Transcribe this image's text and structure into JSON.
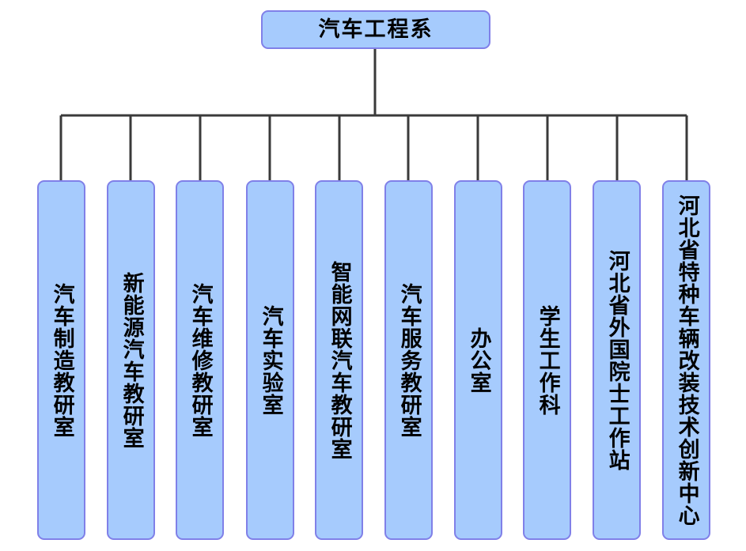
{
  "diagram": {
    "type": "organization-chart",
    "orientation": "top-down",
    "colors": {
      "node_fill": "#a6cbfd",
      "node_border": "#8080e8",
      "connector": "#3a3a3a",
      "text": "#000000",
      "background": "#ffffff"
    },
    "root": {
      "label": "汽车工程系"
    },
    "children": [
      {
        "label": "汽车制造教研室"
      },
      {
        "label": "新能源汽车教研室"
      },
      {
        "label": "汽车维修教研室"
      },
      {
        "label": "汽车实验室"
      },
      {
        "label": "智能网联汽车教研室"
      },
      {
        "label": "汽车服务教研室"
      },
      {
        "label": "办公室"
      },
      {
        "label": "学生工作科"
      },
      {
        "label": "河北省外国院士工作站"
      },
      {
        "label": "河北省特种车辆改装技术创新中心"
      }
    ]
  }
}
